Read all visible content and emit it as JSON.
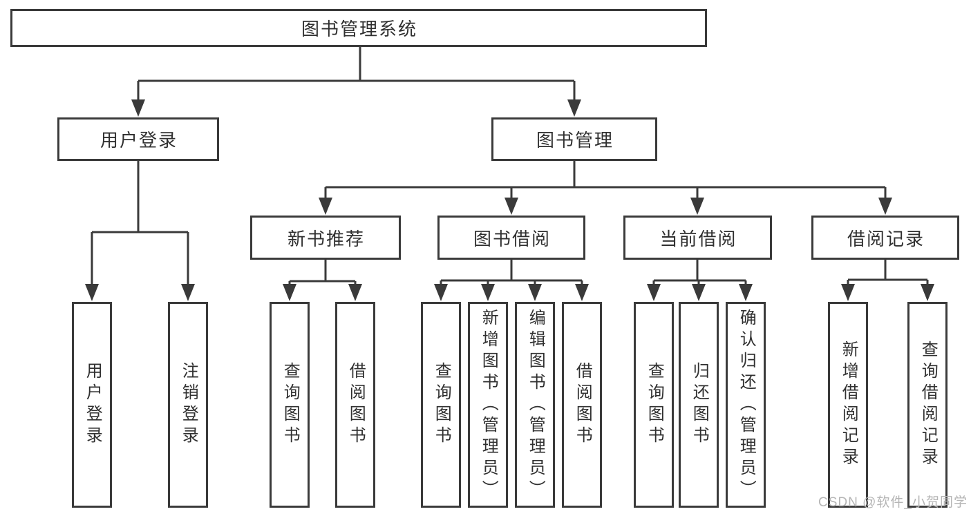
{
  "diagram": {
    "title": "图书管理系统",
    "branches": [
      {
        "label": "用户登录",
        "children": [
          {
            "label": "用户登录"
          },
          {
            "label": "注销登录"
          }
        ]
      },
      {
        "label": "图书管理",
        "children": [
          {
            "label": "新书推荐",
            "children": [
              {
                "label": "查询图书"
              },
              {
                "label": "借阅图书"
              }
            ]
          },
          {
            "label": "图书借阅",
            "children": [
              {
                "label": "查询图书"
              },
              {
                "label": "新增图书（管理员）"
              },
              {
                "label": "编辑图书（管理员）"
              },
              {
                "label": "借阅图书"
              }
            ]
          },
          {
            "label": "当前借阅",
            "children": [
              {
                "label": "查询图书"
              },
              {
                "label": "归还图书"
              },
              {
                "label": "确认归还（管理员）"
              }
            ]
          },
          {
            "label": "借阅记录",
            "children": [
              {
                "label": "新增借阅记录"
              },
              {
                "label": "查询借阅记录"
              }
            ]
          }
        ]
      }
    ]
  },
  "watermark": {
    "text": "CSDN @软件_小贺同学",
    "color": "#b5b5b5"
  },
  "colors": {
    "line": "#3a3a3a",
    "text": "#303030",
    "background": "#ffffff"
  }
}
